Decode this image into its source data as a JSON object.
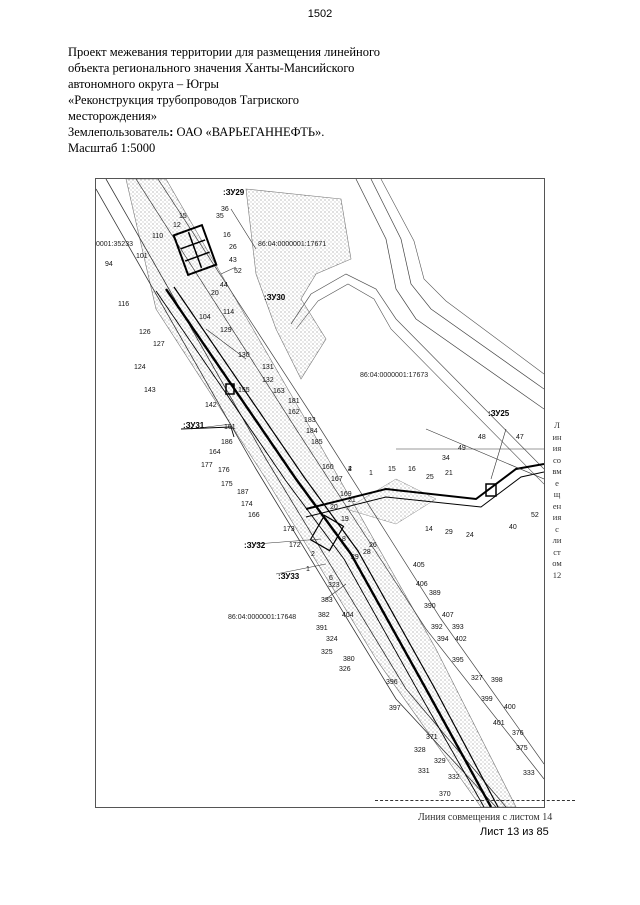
{
  "page_number": "1502",
  "header": {
    "lines": [
      "Проект межевания территории для размещения линейного",
      "объекта регионального значения Ханты-Мансийского",
      "автономного округа – Югры",
      "«Реконструкция трубопроводов Тагриского",
      "месторождения»"
    ],
    "land_user_label": "Землепользователь",
    "land_user_colon": ": ",
    "land_user_value": "ОАО «ВАРЬЕГАННЕФТЬ».",
    "scale": "Масштаб 1:5000"
  },
  "map": {
    "zones": [
      {
        "id": "zu29",
        "text": ":ЗУ29"
      },
      {
        "id": "zu30",
        "text": ":ЗУ30"
      },
      {
        "id": "zu31",
        "text": ":ЗУ31"
      },
      {
        "id": "zu32",
        "text": ":ЗУ32"
      },
      {
        "id": "zu33",
        "text": ":ЗУ33"
      },
      {
        "id": "zu25",
        "text": ":ЗУ25"
      }
    ],
    "cadastral": [
      {
        "id": "c1",
        "text": "86:04:0000001:17671"
      },
      {
        "id": "c2",
        "text": "0001:35233"
      },
      {
        "id": "c3",
        "text": "86:04:0000001:17673"
      },
      {
        "id": "c4",
        "text": "86:04:0000001:17648"
      }
    ],
    "points": [
      "36",
      "35",
      "15",
      "12",
      "16",
      "110",
      "26",
      "101",
      "43",
      "94",
      "52",
      "20",
      "44",
      "116",
      "104",
      "114",
      "129",
      "126",
      "127",
      "130",
      "124",
      "131",
      "132",
      "143",
      "155",
      "163",
      "142",
      "161",
      "181",
      "162",
      "183",
      "184",
      "185",
      "186",
      "164",
      "177",
      "176",
      "175",
      "160",
      "187",
      "174",
      "166",
      "173",
      "172",
      "4",
      "2",
      "1",
      "6",
      "167",
      "169",
      "21",
      "20",
      "19",
      "8",
      "29",
      "28",
      "26",
      "405",
      "406",
      "389",
      "323",
      "383",
      "390",
      "407",
      "382",
      "404",
      "392",
      "393",
      "391",
      "324",
      "394",
      "402",
      "325",
      "380",
      "395",
      "326",
      "327",
      "396",
      "398",
      "399",
      "400",
      "397",
      "401",
      "376",
      "371",
      "375",
      "328",
      "329",
      "331",
      "332",
      "333",
      "370",
      "48",
      "47",
      "49",
      "34",
      "15",
      "16",
      "25",
      "21",
      "2",
      "1",
      "52",
      "14",
      "29",
      "24",
      "40"
    ]
  },
  "side_note": [
    "Л",
    "ин",
    "ия",
    "со",
    "вм",
    "е",
    "щ",
    "ен",
    "ия",
    "с",
    "ли",
    "ст",
    "ом",
    "12"
  ],
  "footer": {
    "caption": "Линия совмещения с листом 14",
    "sheet": "Лист 13 из 85"
  }
}
